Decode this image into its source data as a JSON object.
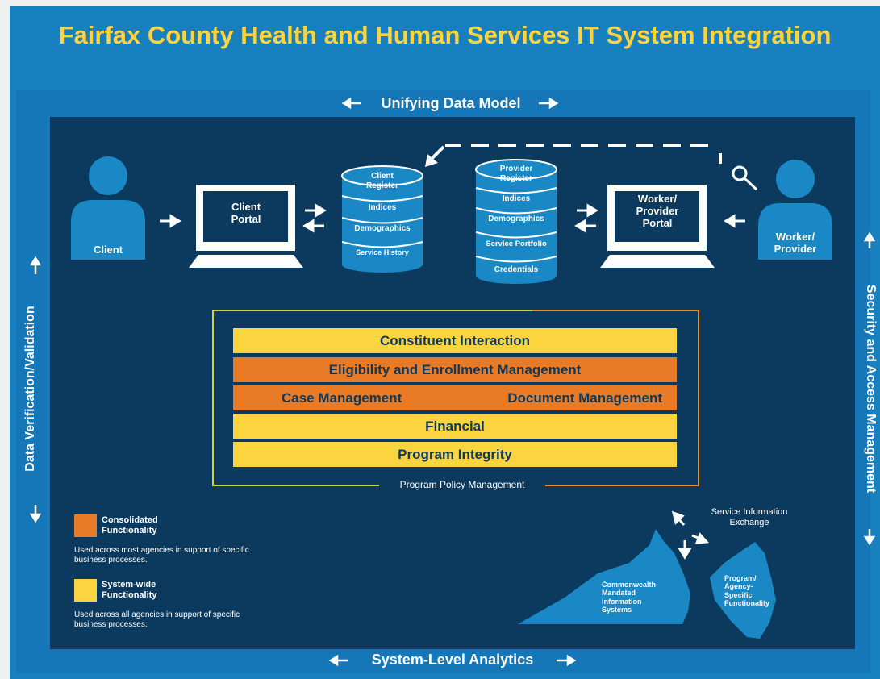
{
  "title": "Fairfax County Health and Human Services IT System Integration",
  "top_band": "Unifying Data Model",
  "bottom_band": "System-Level Analytics",
  "left_band": "Data Verification/Validation",
  "right_band": "Security and Access Management",
  "people": {
    "client": "Client",
    "worker": "Worker/ Provider"
  },
  "portals": {
    "client": "Client Portal",
    "worker": "Worker/ Provider Portal"
  },
  "client_register": {
    "title": "Client Register",
    "rows": [
      "Indices",
      "Demographics",
      "Service History"
    ]
  },
  "provider_register": {
    "title": "Provider Register",
    "rows": [
      "Indices",
      "Demographics",
      "Service Portfolio",
      "Credentials"
    ]
  },
  "functions": {
    "constituent": "Constituent Interaction",
    "eligibility": "Eligibility and Enrollment Management",
    "case": "Case Management",
    "document": "Document Management",
    "financial": "Financial",
    "integrity": "Program Integrity",
    "policy": "Program Policy Management"
  },
  "legend": {
    "consolidated_title": "Consolidated Functionality",
    "consolidated_desc": "Used across most agencies in support of specific business processes.",
    "systemwide_title": "System-wide Functionality",
    "systemwide_desc": "Used across all agencies in support of specific business processes.",
    "colors": {
      "consolidated": "#ea7b26",
      "systemwide": "#fcd440"
    }
  },
  "exchange": "Service Information Exchange",
  "commonwealth": "Commonwealth-Mandated Information Systems",
  "agency": "Program/ Agency-Specific Functionality"
}
